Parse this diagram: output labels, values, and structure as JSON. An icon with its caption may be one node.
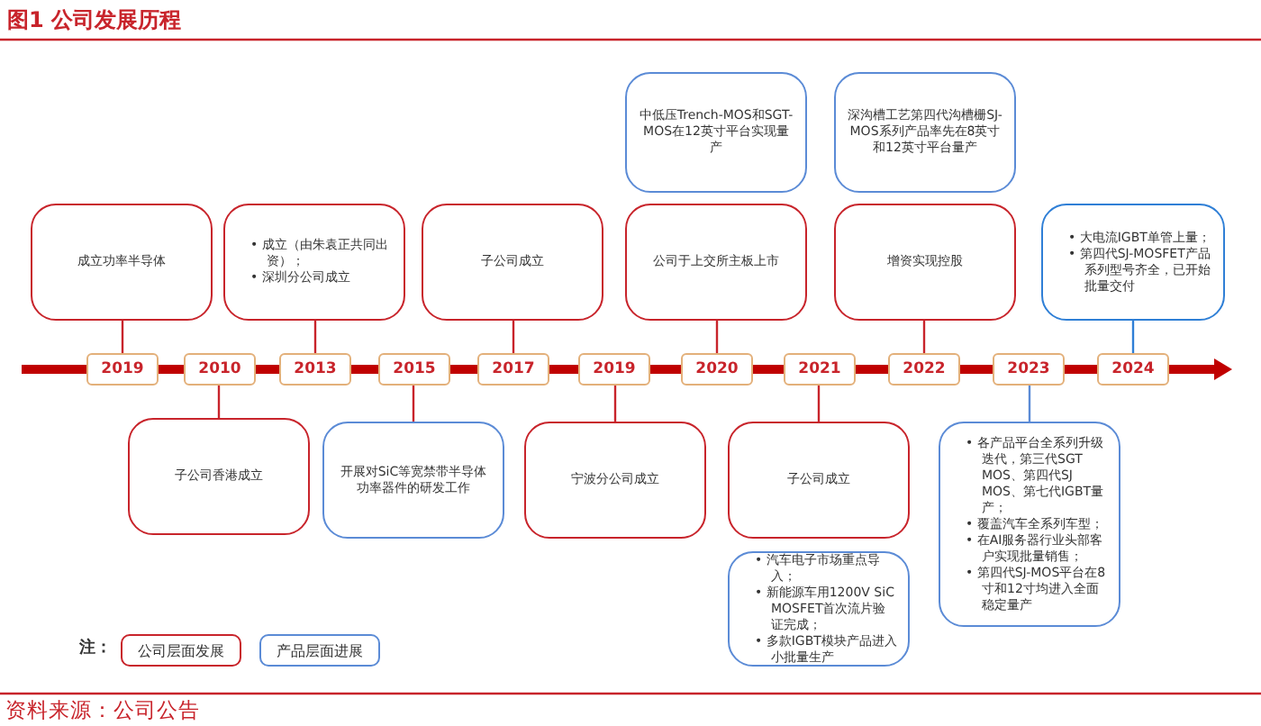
{
  "diagram": {
    "title": "图1 公司发展历程",
    "nodes": [
      {
        "text": [
          "中低压Trench-MOS和SGT-MOS在12英寸平台实现量产"
        ]
      },
      {
        "text": [
          "深沟槽工艺第四代沟槽栅SJ-MOS系列产品率先在8英寸和12英寸平台量产"
        ]
      },
      {
        "text": [
          "成立功率半导体"
        ]
      },
      {
        "text": [
          "• 成立（由朱袁正共同出资）；",
          "• 深圳分公司成立"
        ]
      },
      {
        "text": [
          "子公司成立"
        ]
      },
      {
        "text": [
          "公司于上交所主板上市"
        ]
      },
      {
        "text": [
          "增资实现控股"
        ]
      },
      {
        "text": [
          "• 大电流IGBT单管上量；",
          "• 第四代SJ-MOSFET产品系列型号齐全，已开始批量交付"
        ]
      },
      {
        "text": [
          "2019"
        ]
      },
      {
        "text": [
          "2010"
        ]
      },
      {
        "text": [
          "2013"
        ]
      },
      {
        "text": [
          "2015"
        ]
      },
      {
        "text": [
          "2017"
        ]
      },
      {
        "text": [
          "2019"
        ]
      },
      {
        "text": [
          "2020"
        ]
      },
      {
        "text": [
          "2021"
        ]
      },
      {
        "text": [
          "2022"
        ]
      },
      {
        "text": [
          "2023"
        ]
      },
      {
        "text": [
          "2024"
        ]
      },
      {
        "text": [
          "子公司香港成立"
        ]
      },
      {
        "text": [
          "开展对SiC等宽禁带半导体功率器件的研发工作"
        ]
      },
      {
        "text": [
          "宁波分公司成立"
        ]
      },
      {
        "text": [
          "子公司成立"
        ]
      },
      {
        "text": [
          "• 各产品平台全系列升级迭代，第三代SGT MOS、第四代SJ MOS、第七代IGBT量产；",
          "• 覆盖汽车全系列车型；",
          "• 在AI服务器行业头部客户实现批量销售；",
          "• 第四代SJ-MOS平台在8寸和12寸均进入全面稳定量产"
        ]
      },
      {
        "text": [
          "• 汽车电子市场重点导入；",
          "• 新能源车用1200V SiC MOSFET首次流片验证完成；",
          "• 多款IGBT模块产品进入小批量生产"
        ]
      }
    ],
    "edges": [
      {
        "from": 2,
        "to": 8,
        "arrow": "none"
      },
      {
        "from": 3,
        "to": 10,
        "arrow": "none"
      },
      {
        "from": 4,
        "to": 12,
        "arrow": "none"
      },
      {
        "from": 5,
        "to": 14,
        "arrow": "none"
      },
      {
        "from": 6,
        "to": 16,
        "arrow": "none"
      },
      {
        "from": 7,
        "to": 18,
        "arrow": "none",
        "color": "#2f7fd6"
      },
      {
        "from": 9,
        "to": 19,
        "arrow": "none"
      },
      {
        "from": 11,
        "to": 20,
        "arrow": "none"
      },
      {
        "from": 13,
        "to": 21,
        "arrow": "none"
      },
      {
        "from": 15,
        "to": 22,
        "arrow": "none"
      },
      {
        "from": 17,
        "to": 23,
        "arrow": "none",
        "color": "#5b8bd6"
      }
    ],
    "labels": [
      "注："
    ],
    "legend": [
      {
        "text": "公司层面发展",
        "color": "#c8242b"
      },
      {
        "text": "产品层面进展",
        "color": "#5b8bd6"
      }
    ],
    "caption": "资料来源：公司公告"
  }
}
